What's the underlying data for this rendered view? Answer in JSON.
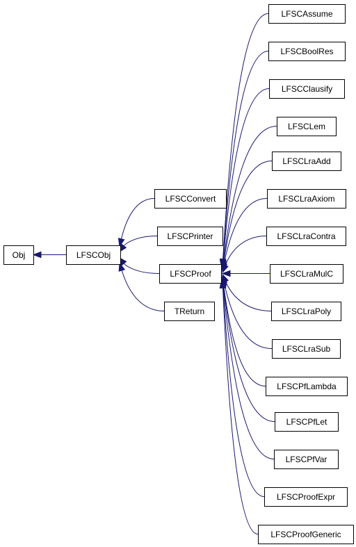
{
  "nodes": [
    {
      "id": "obj",
      "label": "Obj"
    },
    {
      "id": "lfscobj",
      "label": "LFSCObj"
    },
    {
      "id": "lfscconvert",
      "label": "LFSCConvert"
    },
    {
      "id": "lfscprinter",
      "label": "LFSCPrinter"
    },
    {
      "id": "lfscproof",
      "label": "LFSCProof"
    },
    {
      "id": "treturn",
      "label": "TReturn"
    },
    {
      "id": "lfscassume",
      "label": "LFSCAssume"
    },
    {
      "id": "lfscboolres",
      "label": "LFSCBoolRes"
    },
    {
      "id": "lfscclausify",
      "label": "LFSCClausify"
    },
    {
      "id": "lfsclem",
      "label": "LFSCLem"
    },
    {
      "id": "lfsclraadd",
      "label": "LFSCLraAdd"
    },
    {
      "id": "lfsclraaxiom",
      "label": "LFSCLraAxiom"
    },
    {
      "id": "lfsclracontra",
      "label": "LFSCLraContra"
    },
    {
      "id": "lfsclramulc",
      "label": "LFSCLraMulC"
    },
    {
      "id": "lfsclrapoly",
      "label": "LFSCLraPoly"
    },
    {
      "id": "lfsclrasub",
      "label": "LFSCLraSub"
    },
    {
      "id": "lfscpflambda",
      "label": "LFSCPfLambda"
    },
    {
      "id": "lfscpflet",
      "label": "LFSCPfLet"
    },
    {
      "id": "lfscpfvar",
      "label": "LFSCPfVar"
    },
    {
      "id": "lfscproofexpr",
      "label": "LFSCProofExpr"
    },
    {
      "id": "lfscproofgeneric",
      "label": "LFSCProofGeneric"
    }
  ],
  "edges": [
    {
      "from": "lfscobj",
      "to": "obj"
    },
    {
      "from": "lfscconvert",
      "to": "lfscobj"
    },
    {
      "from": "lfscprinter",
      "to": "lfscobj"
    },
    {
      "from": "lfscproof",
      "to": "lfscobj"
    },
    {
      "from": "treturn",
      "to": "lfscobj"
    },
    {
      "from": "lfscassume",
      "to": "lfscproof"
    },
    {
      "from": "lfscboolres",
      "to": "lfscproof"
    },
    {
      "from": "lfscclausify",
      "to": "lfscproof"
    },
    {
      "from": "lfsclem",
      "to": "lfscproof"
    },
    {
      "from": "lfsclraadd",
      "to": "lfscproof"
    },
    {
      "from": "lfsclraaxiom",
      "to": "lfscproof"
    },
    {
      "from": "lfsclracontra",
      "to": "lfscproof"
    },
    {
      "from": "lfsclramulc",
      "to": "lfscproof"
    },
    {
      "from": "lfsclrapoly",
      "to": "lfscproof"
    },
    {
      "from": "lfsclrasub",
      "to": "lfscproof"
    },
    {
      "from": "lfscpflambda",
      "to": "lfscproof"
    },
    {
      "from": "lfscpflet",
      "to": "lfscproof"
    },
    {
      "from": "lfscpfvar",
      "to": "lfscproof"
    },
    {
      "from": "lfscproofexpr",
      "to": "lfscproof"
    },
    {
      "from": "lfscproofgeneric",
      "to": "lfscproof"
    }
  ],
  "colors": {
    "edge": "#191970",
    "node_border": "#000000",
    "node_fill": "#ffffff",
    "text": "#000000"
  }
}
